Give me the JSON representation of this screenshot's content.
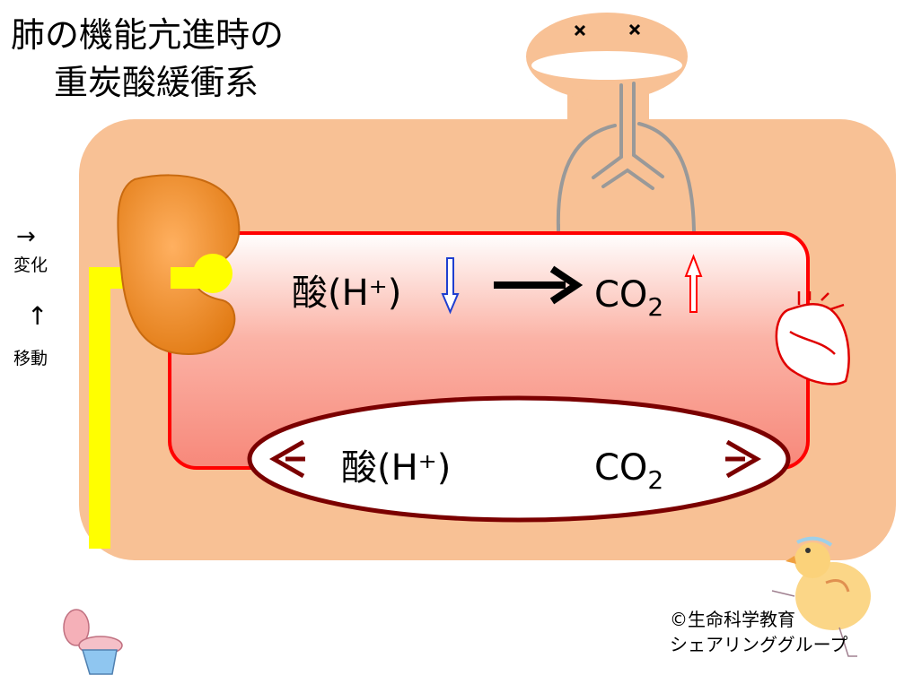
{
  "title": {
    "line1": "肺の機能亢進時の",
    "line2": "重炭酸緩衝系"
  },
  "legend": {
    "change_arrow": "→",
    "change_label": "変化",
    "move_arrow": "↑",
    "move_label": "移動"
  },
  "blood": {
    "acid_label": "酸(H⁺)",
    "acid_change": "down",
    "co2_label": "CO",
    "co2_sub": "2",
    "co2_change": "up"
  },
  "tissue": {
    "acid_label": "酸(H⁺)",
    "co2_label": "CO",
    "co2_sub": "2"
  },
  "credit": {
    "line1": "©生命科学教育",
    "line2": "シェアリンググループ"
  },
  "colors": {
    "body": "#f8c195",
    "vessel": "#ff0000",
    "tissue_border": "#7b0000",
    "urine": "#ffff00",
    "kidney": "#f7962e",
    "acid_arrow": "#1f3fd0",
    "co2_arrow": "#ff0000"
  }
}
